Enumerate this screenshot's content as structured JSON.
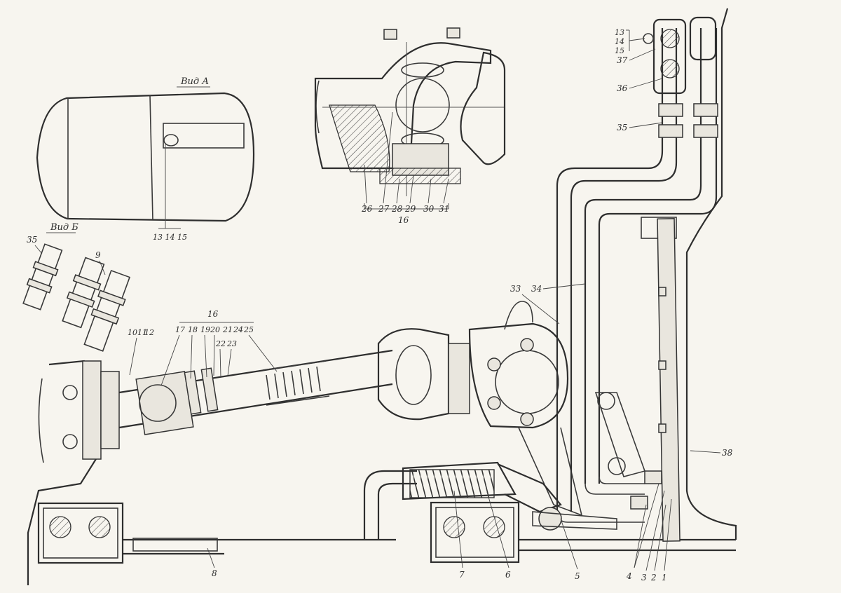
{
  "views": {
    "view_a": "Вид А",
    "view_a_sub": "13 14 15",
    "view_b": "Вид Б",
    "view_b_35": "35",
    "view_b_9": "9"
  },
  "detail": {
    "group": "16",
    "labels": [
      "26",
      "27",
      "28",
      "29",
      "30",
      "31"
    ]
  },
  "callouts": {
    "c16": "16",
    "shaft_row_a": [
      "17",
      "18",
      "19",
      "20",
      "21",
      "24",
      "25"
    ],
    "shaft_row_b": [
      "22",
      "23"
    ],
    "c10_12": [
      "10",
      "11",
      "12"
    ],
    "c33": "33",
    "c34": "34",
    "c35": "35",
    "c36": "36",
    "c37": "37",
    "c13_15": [
      "13",
      "14",
      "15"
    ],
    "c38": "38",
    "bottom": [
      "8",
      "7",
      "6",
      "5",
      "4",
      "3",
      "2",
      "1"
    ]
  }
}
